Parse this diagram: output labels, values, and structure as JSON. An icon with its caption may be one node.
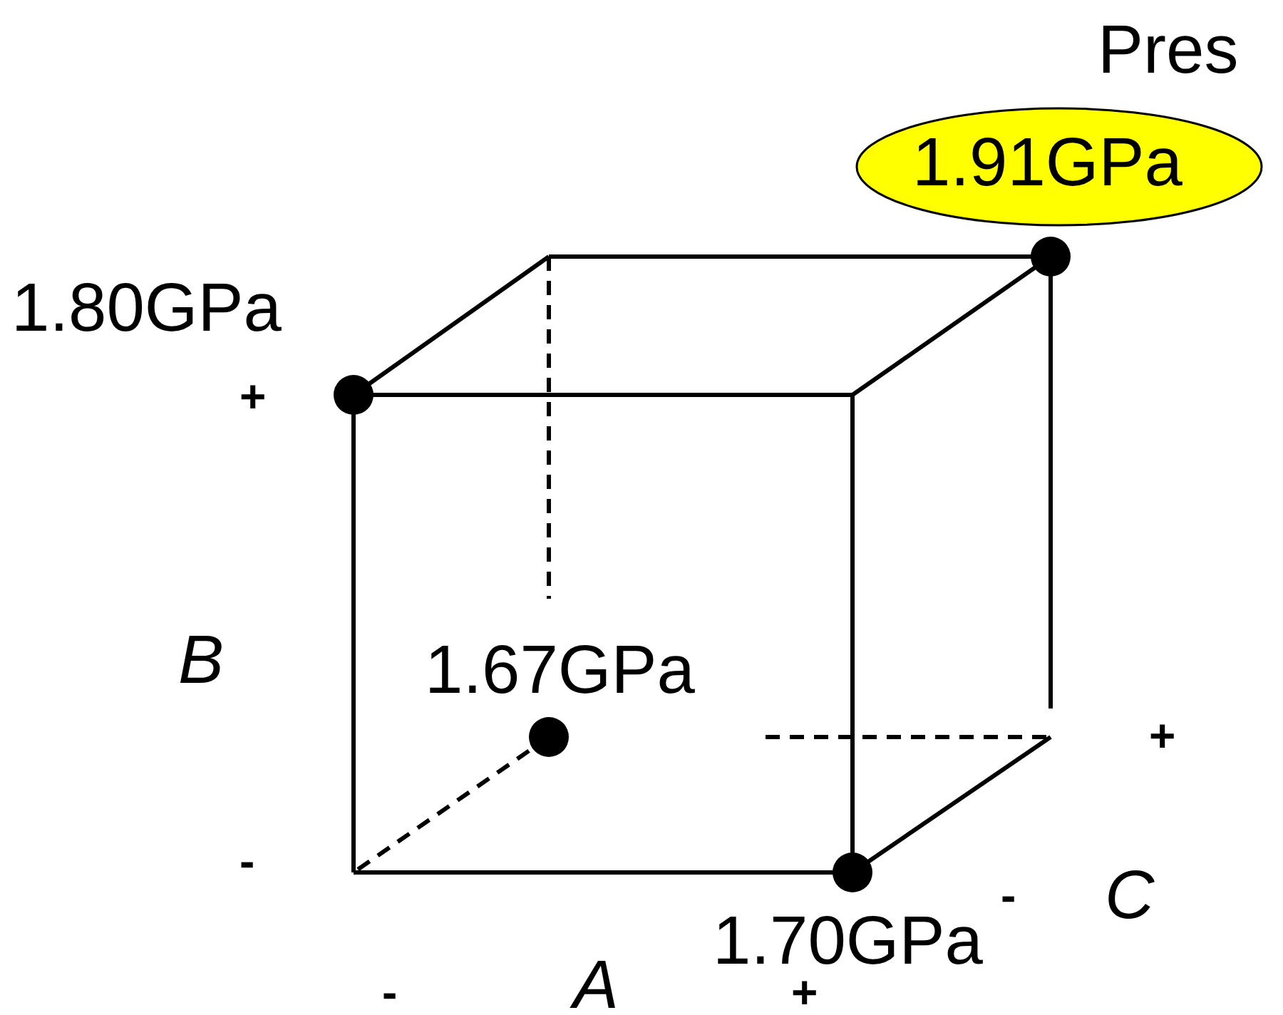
{
  "diagram": {
    "nodes": [
      {
        "text": [
          "1.91GPa"
        ]
      }
    ],
    "labels": [
      "Pres",
      "1.80GPa",
      "+",
      "B",
      "1.67GPa",
      "+",
      "-",
      "C",
      "-",
      "1.70GPa",
      "-",
      "A",
      "+"
    ]
  }
}
